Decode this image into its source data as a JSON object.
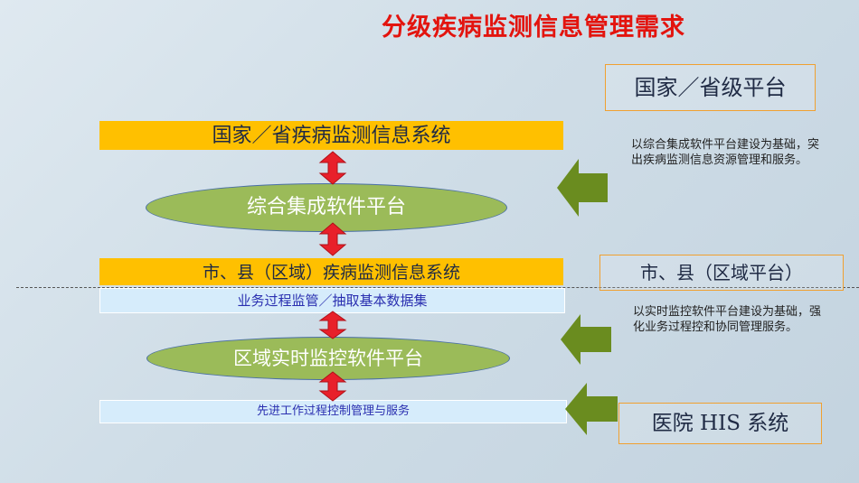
{
  "title": "分级疾病监测信息管理需求",
  "national_system": "国家／省疾病监测信息系统",
  "integrated_platform": "综合集成软件平台",
  "city_system": "市、县（区域）疾病监测信息系统",
  "process_supervision": "业务过程监管／抽取基本数据集",
  "regional_platform": "区域实时监控软件平台",
  "advanced_workflow": "先进工作过程控制管理与服务",
  "box_national": "国家／省级平台",
  "box_city": "市、县（区域平台）",
  "box_hospital": "医院 HIS 系统",
  "note_national": "以综合集成软件平台建设为基础，突出疾病监测信息资源管理和服务。",
  "note_regional": "以实时监控软件平台建设为基础，强化业务过程控和协同管理服务。",
  "colors": {
    "title": "#e3140e",
    "bar": "#ffc000",
    "ellipse": "#9bbb59",
    "arrow_double": "#e8202a",
    "arrow_left": "#6a8c1f"
  }
}
